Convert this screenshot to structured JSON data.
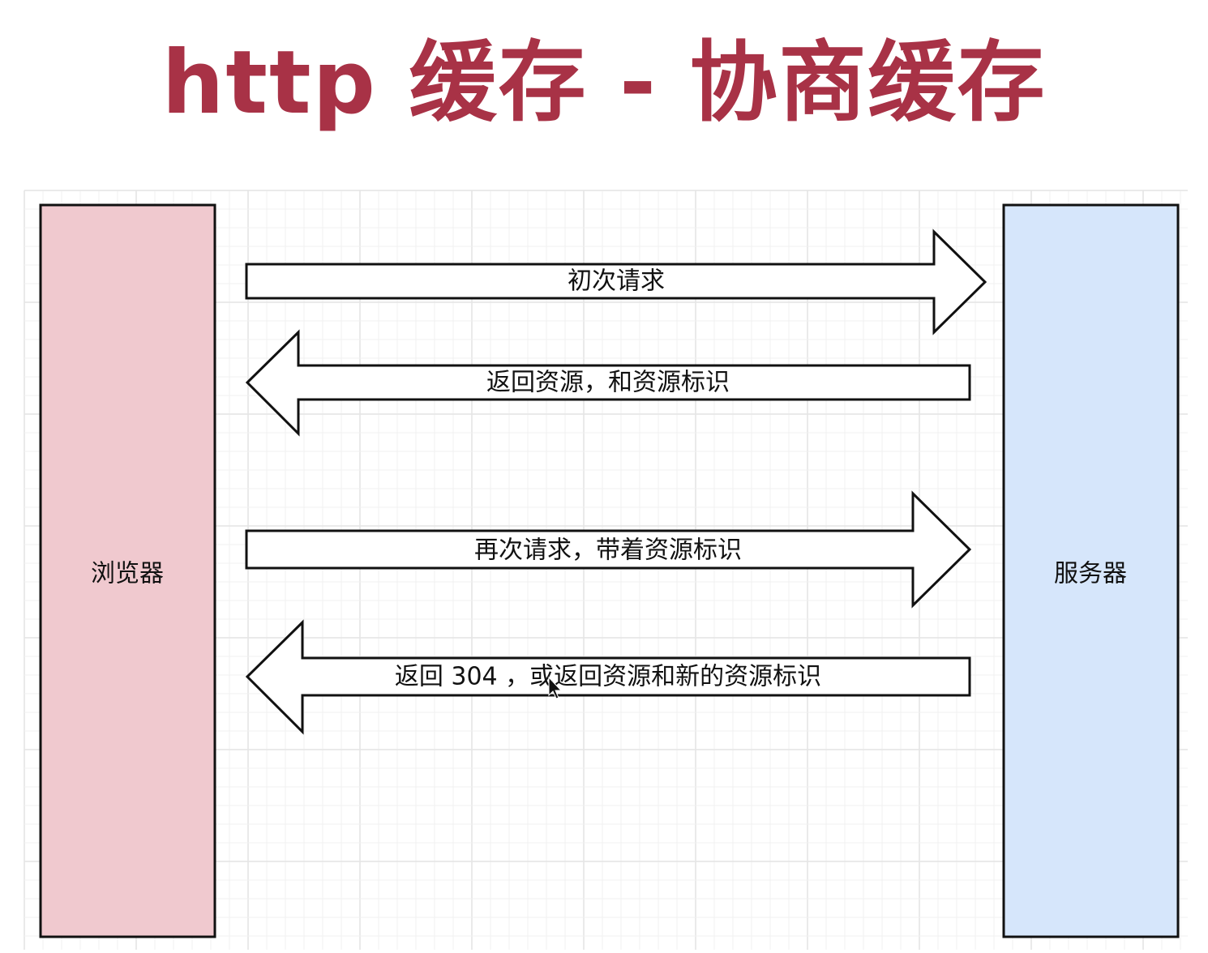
{
  "title": "http 缓存 - 协商缓存",
  "colors": {
    "title": "#a83246",
    "browser_fill": "#f0c9cf",
    "server_fill": "#d6e6fb",
    "arrow_fill": "#ffffff",
    "stroke": "#111111"
  },
  "nodes": {
    "browser": {
      "label": "浏览器"
    },
    "server": {
      "label": "服务器"
    }
  },
  "messages": [
    {
      "label": "初次请求",
      "direction": "browser-to-server"
    },
    {
      "label": "返回资源，和资源标识",
      "direction": "server-to-browser"
    },
    {
      "label": "再次请求，带着资源标识",
      "direction": "browser-to-server"
    },
    {
      "label": "返回 304 ，或返回资源和新的资源标识",
      "direction": "server-to-browser"
    }
  ]
}
